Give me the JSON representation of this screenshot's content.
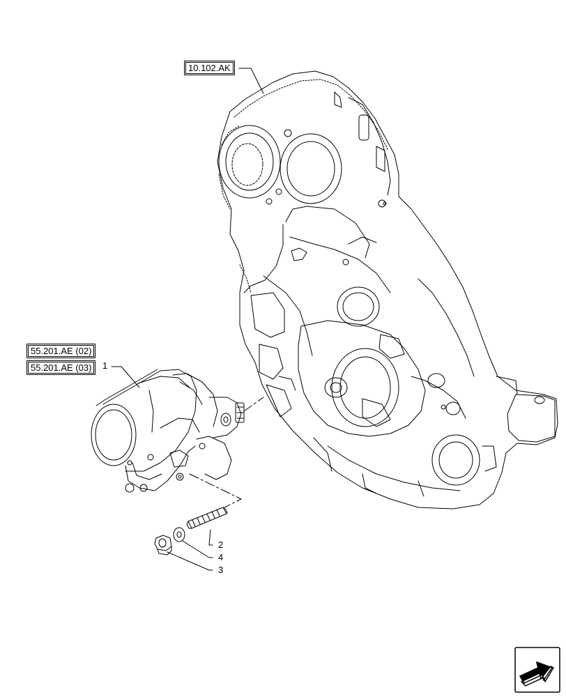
{
  "references": {
    "housing_ref": "10.102.AK",
    "starter_ref_a": "55.201.AE (02)",
    "starter_ref_b": "55.201.AE (03)"
  },
  "callouts": {
    "starter": "1",
    "stud": "2",
    "nut": "3",
    "washer": "4"
  },
  "icons": {
    "navigation": "next-page-arrow-icon"
  }
}
